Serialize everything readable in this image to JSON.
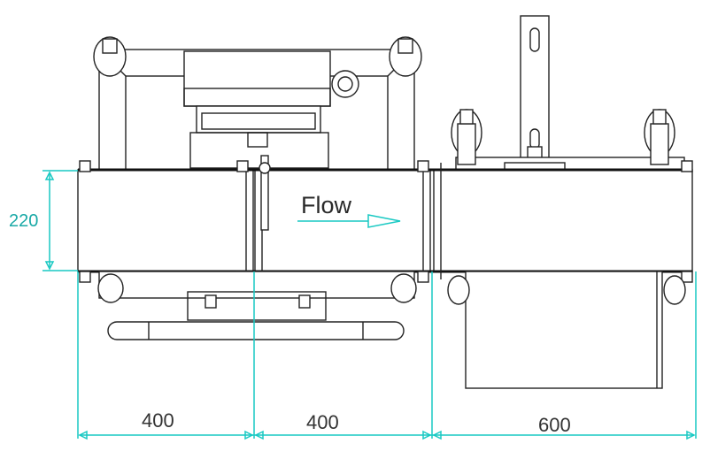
{
  "diagram": {
    "flow_label": "Flow",
    "dimensions": {
      "height": "220",
      "section_1": "400",
      "section_2": "400",
      "section_3": "600"
    },
    "colors": {
      "line": "#222222",
      "dimension": "#19c9c3",
      "dimension_text": "#333333"
    }
  }
}
